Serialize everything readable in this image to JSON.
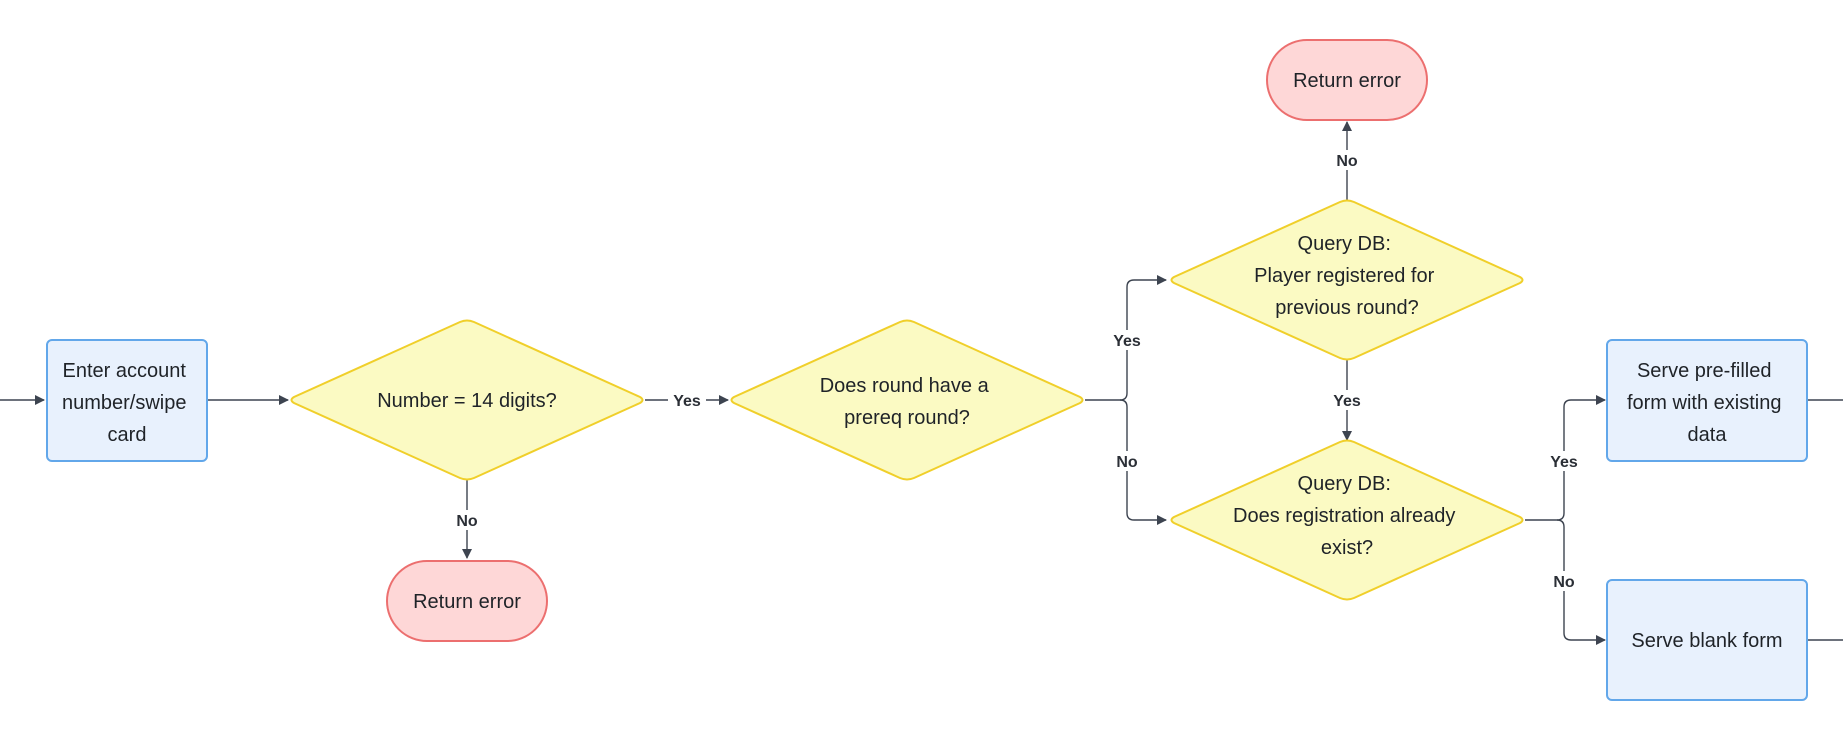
{
  "nodes": {
    "enter_account": {
      "lines": [
        "Enter account",
        "number/swipe",
        "card"
      ]
    },
    "check_digits": {
      "lines": [
        "Number = 14 digits?"
      ]
    },
    "error_digits": {
      "lines": [
        "Return error"
      ]
    },
    "prereq_round": {
      "lines": [
        "Does round have a",
        "prereq round?"
      ]
    },
    "error_previous": {
      "lines": [
        "Return error"
      ]
    },
    "query_previous": {
      "lines": [
        "Query DB:",
        "Player registered for",
        "previous round?"
      ]
    },
    "query_existing": {
      "lines": [
        "Query DB:",
        "Does registration already",
        "exist?"
      ]
    },
    "serve_prefilled": {
      "lines": [
        "Serve pre-filled",
        "form with existing",
        "data"
      ]
    },
    "serve_blank": {
      "lines": [
        "Serve blank form"
      ]
    }
  },
  "edge_labels": {
    "digits_yes": "Yes",
    "digits_no": "No",
    "prereq_yes": "Yes",
    "prereq_no": "No",
    "previous_no": "No",
    "previous_yes": "Yes",
    "existing_yes": "Yes",
    "existing_no": "No"
  },
  "colors": {
    "process_fill": "#e8f1fd",
    "process_stroke": "#62a7ea",
    "decision_fill": "#fbfac3",
    "decision_stroke": "#f0cf2a",
    "terminal_fill": "#fed7d7",
    "terminal_stroke": "#ec6f6f",
    "edge": "#3d4450"
  }
}
